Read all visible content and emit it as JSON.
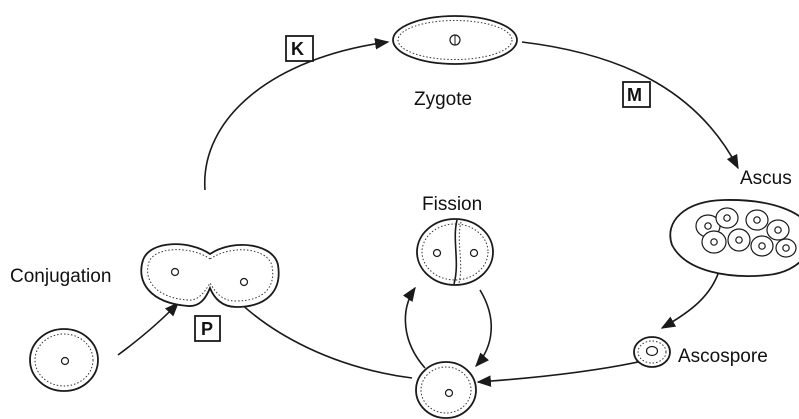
{
  "labels": {
    "zygote": "Zygote",
    "ascus": "Ascus",
    "fission": "Fission",
    "conjugation": "Conjugation",
    "ascospore": "Ascospore"
  },
  "steps": {
    "k": "K",
    "m": "M",
    "p": "P"
  },
  "colors": {
    "stroke": "#1a1a1a",
    "background": "#ffffff"
  }
}
